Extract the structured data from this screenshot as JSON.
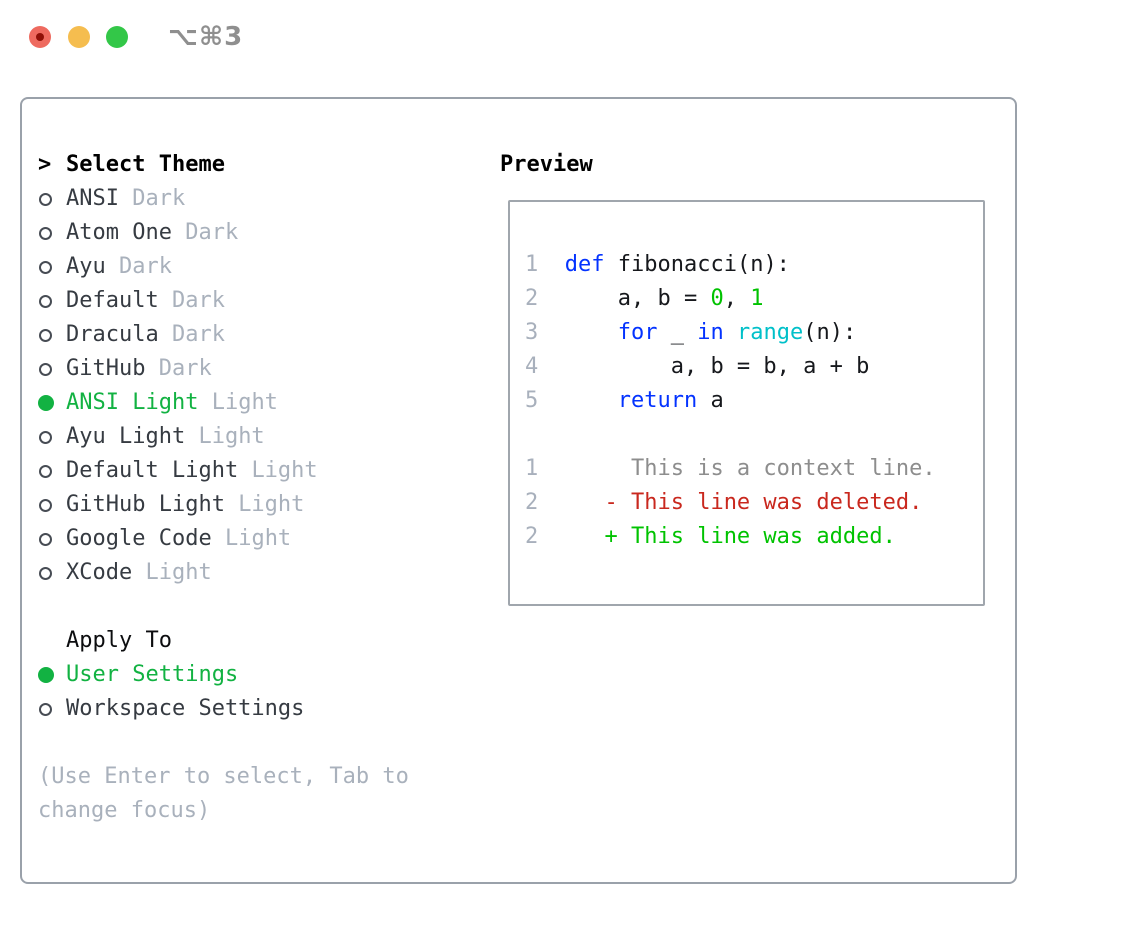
{
  "window": {
    "shortcut_label": "⌥⌘3",
    "traffic_lights": [
      "close",
      "minimize",
      "zoom"
    ]
  },
  "panel": {
    "prompt": ">",
    "title": "Select Theme",
    "themes": [
      {
        "name": "ANSI",
        "variant": "Dark",
        "selected": false
      },
      {
        "name": "Atom One",
        "variant": "Dark",
        "selected": false
      },
      {
        "name": "Ayu",
        "variant": "Dark",
        "selected": false
      },
      {
        "name": "Default",
        "variant": "Dark",
        "selected": false
      },
      {
        "name": "Dracula",
        "variant": "Dark",
        "selected": false
      },
      {
        "name": "GitHub",
        "variant": "Dark",
        "selected": false
      },
      {
        "name": "ANSI Light",
        "variant": "Light",
        "selected": true
      },
      {
        "name": "Ayu Light",
        "variant": "Light",
        "selected": false
      },
      {
        "name": "Default Light",
        "variant": "Light",
        "selected": false
      },
      {
        "name": "GitHub Light",
        "variant": "Light",
        "selected": false
      },
      {
        "name": "Google Code",
        "variant": "Light",
        "selected": false
      },
      {
        "name": "XCode",
        "variant": "Light",
        "selected": false
      }
    ],
    "apply_to": {
      "header": "Apply To",
      "options": [
        {
          "label": "User Settings",
          "selected": true
        },
        {
          "label": "Workspace Settings",
          "selected": false
        }
      ]
    },
    "hint": "(Use Enter to select, Tab to change focus)"
  },
  "preview": {
    "label": "Preview",
    "code_lines": [
      {
        "num": "1",
        "segments": [
          {
            "text": "def",
            "color": "blue"
          },
          {
            "text": " fibonacci(n):",
            "color": "fg"
          }
        ]
      },
      {
        "num": "2",
        "segments": [
          {
            "text": "    a, b = ",
            "color": "fg"
          },
          {
            "text": "0",
            "color": "green"
          },
          {
            "text": ", ",
            "color": "fg"
          },
          {
            "text": "1",
            "color": "green"
          }
        ]
      },
      {
        "num": "3",
        "segments": [
          {
            "text": "    ",
            "color": "fg"
          },
          {
            "text": "for",
            "color": "blue"
          },
          {
            "text": " _ ",
            "color": "fg"
          },
          {
            "text": "in",
            "color": "blue"
          },
          {
            "text": " ",
            "color": "fg"
          },
          {
            "text": "range",
            "color": "cyan"
          },
          {
            "text": "(n):",
            "color": "fg"
          }
        ]
      },
      {
        "num": "4",
        "segments": [
          {
            "text": "        a, b = b, a + b",
            "color": "fg"
          }
        ]
      },
      {
        "num": "5",
        "segments": [
          {
            "text": "    ",
            "color": "fg"
          },
          {
            "text": "return",
            "color": "blue"
          },
          {
            "text": " a",
            "color": "fg"
          }
        ]
      }
    ],
    "diff_lines": [
      {
        "num": "1",
        "marker": " ",
        "text": "This is a context line.",
        "type": "context"
      },
      {
        "num": "2",
        "marker": "-",
        "text": "This line was deleted.",
        "type": "deleted"
      },
      {
        "num": "2",
        "marker": "+",
        "text": "This line was added.",
        "type": "added"
      }
    ]
  },
  "colors": {
    "selection_green": "#12b242",
    "code_keyword_blue": "#0433ff",
    "code_literal_green": "#00c200",
    "code_function_cyan": "#00c0c9",
    "diff_deleted_red": "#c9281e",
    "diff_added_green": "#00c300",
    "context_gray": "#8d8d8d",
    "line_number_gray": "#a8b0bc",
    "variant_gray": "#a9b1bc",
    "border_gray": "#9aa1aa",
    "traffic_red": "#ee6a5f",
    "traffic_yellow": "#f5bd4f",
    "traffic_green": "#33c748"
  }
}
